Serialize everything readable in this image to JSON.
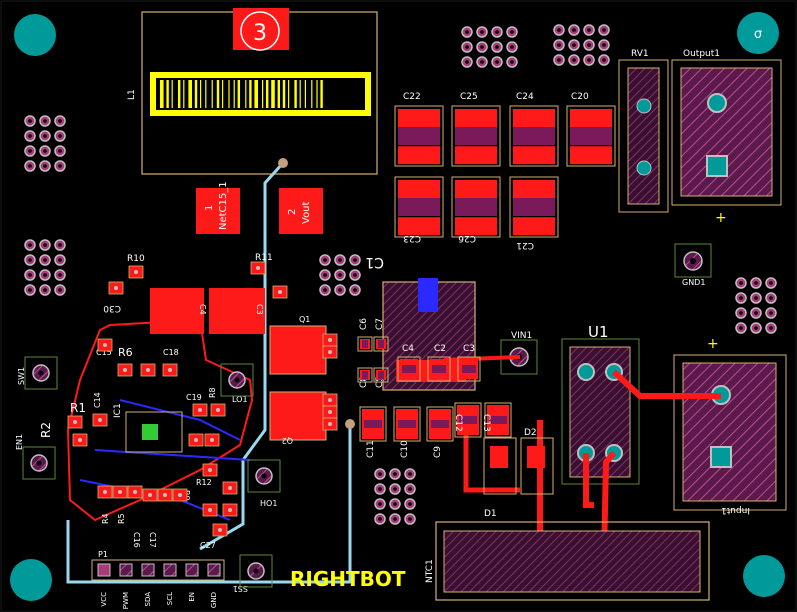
{
  "colors": {
    "background": "#000000",
    "mounting_hole": "#009a9a",
    "copper_top": "#ff1a1a",
    "copper_bottom": "#2a2aff",
    "overlay": "#ffff00",
    "outline": "#d4b070",
    "pad_fill": "#a83a7a",
    "pad_ring": "#c0c0c0",
    "silk_text": "#ffffff",
    "board_edge": "#9ad8f0",
    "via_green": "#33cc33"
  },
  "mounting_holes": [
    {
      "id": "mh-tl",
      "label": ""
    },
    {
      "id": "mh-tr",
      "label": "σ"
    },
    {
      "id": "mh-bl",
      "label": ""
    },
    {
      "id": "mh-br",
      "label": ""
    }
  ],
  "inductor": {
    "ref": "L1",
    "badge": "3"
  },
  "pads_nc": {
    "pin1": "1",
    "pin1_name": "NetC15_1",
    "pin2": "2",
    "pin2_name": "Vout"
  },
  "refs": {
    "c22": "C22",
    "c25": "C25",
    "c24": "C24",
    "c20": "C20",
    "c23": "C23",
    "c26": "C26",
    "c21": "C21",
    "rv1": "RV1",
    "output1": "Output1",
    "gnd1": "GND1",
    "c1": "C1",
    "c4": "C4",
    "c2": "C2",
    "c3": "C3",
    "c6": "C6",
    "c7": "C7",
    "c5": "C5",
    "c8": "C8",
    "vin1": "VIN1",
    "u1": "U1",
    "input1": "Input1",
    "c11": "C11",
    "c10": "C10",
    "c9": "C9",
    "c12": "C12",
    "c13": "C13",
    "d1": "D1",
    "d2": "D2",
    "ntc1": "NTC1",
    "r10": "R10",
    "r11": "R11",
    "c30": "C30",
    "c4b": "C4",
    "c3b": "C3",
    "c18": "C18",
    "q1": "Q1",
    "q2": "Q2",
    "c15": "C15",
    "r6": "R6",
    "c14": "C14",
    "r1": "R1",
    "r2": "R2",
    "ic1": "IC1",
    "sw1": "SW1",
    "en1": "EN1",
    "lo1": "LO1",
    "r8": "R8",
    "c19": "C19",
    "ho1": "HO1",
    "r12": "R12",
    "r4": "R4",
    "r5": "R5",
    "c16": "C16",
    "c17": "C17",
    "r9": "R9",
    "c27": "C27",
    "p1": "P1",
    "ss1": "SS1"
  },
  "plus_signs": {
    "output": "+",
    "input": "+"
  },
  "header_pins": [
    "VCC",
    "PWM",
    "SDA",
    "SCL",
    "EN",
    "GND"
  ],
  "logo_text": "RIGHTBOT"
}
